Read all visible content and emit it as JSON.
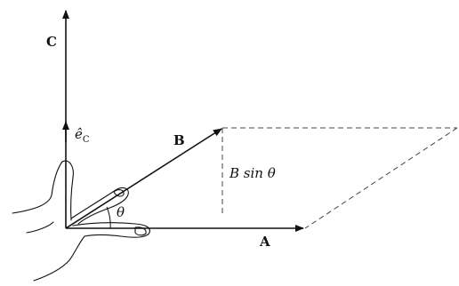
{
  "figure": {
    "vector_a_label": "A",
    "vector_b_label": "B",
    "vector_c_label": "C",
    "unit_vector_symbol": "ê",
    "unit_vector_subscript": "C",
    "height_label": "B sin θ",
    "angle_label": "θ"
  },
  "colors": {
    "stroke": "#111111",
    "dashed": "#444444",
    "background": "#ffffff"
  }
}
